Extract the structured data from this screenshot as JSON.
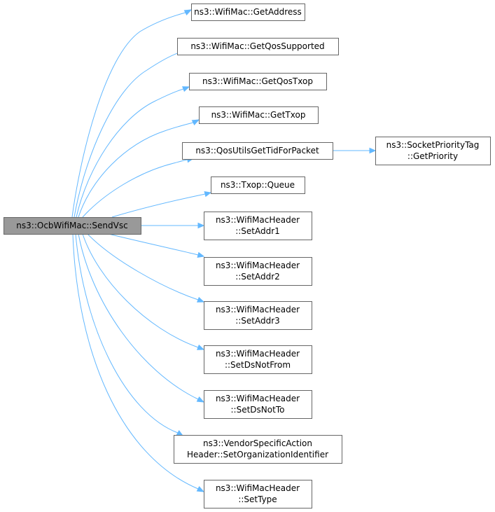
{
  "colors": {
    "edge": "#63b8ff",
    "node_border": "#666666",
    "root_fill": "#999999",
    "node_fill": "#ffffff"
  },
  "root": {
    "lines": [
      "ns3::OcbWifiMac::SendVsc"
    ]
  },
  "callees": [
    {
      "lines": [
        "ns3::WifiMac::GetAddress"
      ]
    },
    {
      "lines": [
        "ns3::WifiMac::GetQosSupported"
      ]
    },
    {
      "lines": [
        "ns3::WifiMac::GetQosTxop"
      ]
    },
    {
      "lines": [
        "ns3::WifiMac::GetTxop"
      ]
    },
    {
      "lines": [
        "ns3::QosUtilsGetTidForPacket"
      ]
    },
    {
      "lines": [
        "ns3::Txop::Queue"
      ]
    },
    {
      "lines": [
        "ns3::WifiMacHeader",
        "::SetAddr1"
      ]
    },
    {
      "lines": [
        "ns3::WifiMacHeader",
        "::SetAddr2"
      ]
    },
    {
      "lines": [
        "ns3::WifiMacHeader",
        "::SetAddr3"
      ]
    },
    {
      "lines": [
        "ns3::WifiMacHeader",
        "::SetDsNotFrom"
      ]
    },
    {
      "lines": [
        "ns3::WifiMacHeader",
        "::SetDsNotTo"
      ]
    },
    {
      "lines": [
        "ns3::VendorSpecificAction",
        "Header::SetOrganizationIdentifier"
      ]
    },
    {
      "lines": [
        "ns3::WifiMacHeader",
        "::SetType"
      ]
    }
  ],
  "secondary": [
    {
      "lines": [
        "ns3::SocketPriorityTag",
        "::GetPriority"
      ]
    }
  ]
}
